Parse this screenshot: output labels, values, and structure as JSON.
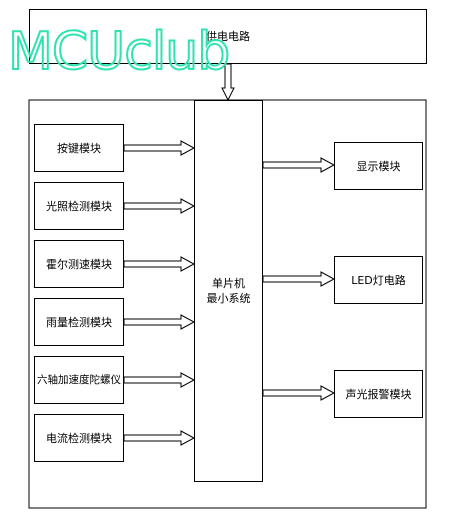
{
  "power": {
    "label": "供电电路"
  },
  "mcu": {
    "line1": "单片机",
    "line2": "最小系统"
  },
  "inputs": [
    {
      "label": "按键模块"
    },
    {
      "label": "光照检测模块"
    },
    {
      "label": "霍尔测速模块"
    },
    {
      "label": "雨量检测模块"
    },
    {
      "label": "六轴加速度陀螺仪"
    },
    {
      "label": "电流检测模块"
    }
  ],
  "outputs": [
    {
      "label": "显示模块"
    },
    {
      "label": "LED灯电路"
    },
    {
      "label": "声光报警模块"
    }
  ],
  "watermark": {
    "text": "MCUclub",
    "color": "#2fe3b0"
  },
  "colors": {
    "stroke": "#000000",
    "background": "#ffffff"
  }
}
